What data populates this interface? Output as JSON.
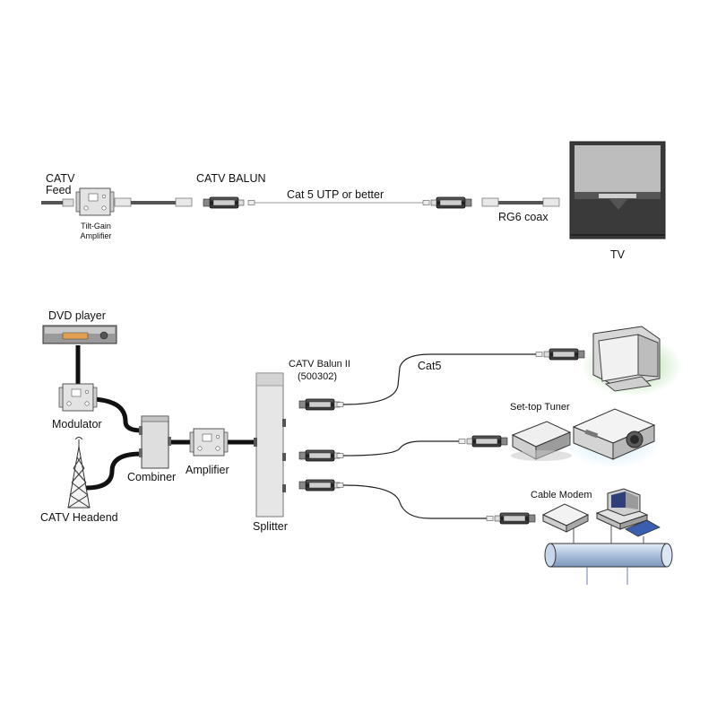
{
  "top_diagram": {
    "catv_feed_line1": "CATV",
    "catv_feed_line2": "Feed",
    "tilt_gain_line1": "Tilt-Gain",
    "tilt_gain_line2": "Amplifier",
    "catv_balun": "CATV BALUN",
    "cat5_utp": "Cat 5 UTP or better",
    "rg6_coax": "RG6 coax",
    "tv": "TV"
  },
  "bottom_diagram": {
    "dvd_player": "DVD player",
    "modulator": "Modulator",
    "combiner": "Combiner",
    "amplifier": "Amplifier",
    "catv_headend": "CATV Headend",
    "splitter": "Splitter",
    "catv_balun_ii_line1": "CATV Balun II",
    "catv_balun_ii_line2": "(500302)",
    "cat5": "Cat5",
    "set_top_tuner": "Set-top Tuner",
    "cable_modem": "Cable Modem"
  },
  "colors": {
    "device_gray": "#d9d9d9",
    "cable_black": "#111111",
    "tv_screen": "#bdbdbd",
    "tv_base": "#3a3a3a",
    "network_pipe": "#b8cbe3",
    "monitor_glow": "#9bd48a",
    "projector_glow": "#cfeaf8"
  },
  "icons": [
    "tilt-gain-amplifier-icon",
    "catv-balun-icon",
    "tv-icon",
    "dvd-player-icon",
    "modulator-icon",
    "combiner-icon",
    "amplifier-icon",
    "antenna-tower-icon",
    "splitter-icon",
    "monitor-icon",
    "set-top-tuner-icon",
    "projector-icon",
    "cable-modem-icon",
    "computer-icon",
    "network-pipe-icon"
  ]
}
